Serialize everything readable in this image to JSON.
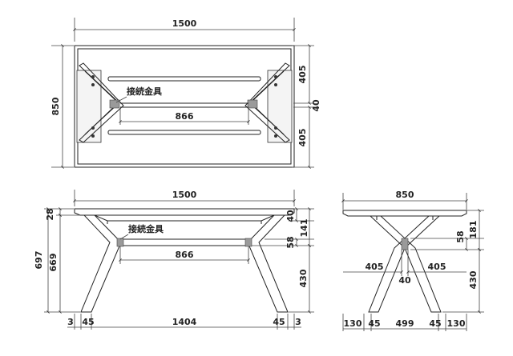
{
  "labels": {
    "connector": "接続金具"
  },
  "dims": {
    "top_width": "1500",
    "top_depth": "850",
    "top_cross_upper": "405",
    "top_cross_gap": "40",
    "top_cross_lower": "405",
    "top_span": "866",
    "front_width": "1500",
    "front_top_thk": "28",
    "front_height_total": "697",
    "front_height_leg": "669",
    "front_apron": "40",
    "front_141": "141",
    "front_58": "58",
    "front_430": "430",
    "front_span": "866",
    "front_b_3l": "3",
    "front_b_45l": "45",
    "front_b_1404": "1404",
    "front_b_45r": "45",
    "front_b_3r": "3",
    "side_width": "850",
    "side_181": "181",
    "side_58": "58",
    "side_405l": "405",
    "side_40": "40",
    "side_405r": "405",
    "side_430": "430",
    "side_b_130l": "130",
    "side_b_45l": "45",
    "side_b_499": "499",
    "side_b_45r": "45",
    "side_b_130r": "130"
  }
}
